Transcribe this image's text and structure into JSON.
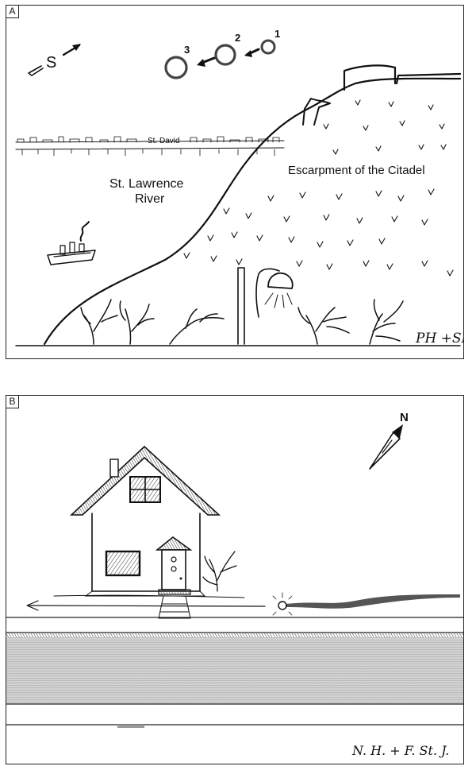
{
  "panel_a": {
    "tag": "A",
    "compass": "S",
    "sequence": [
      "1",
      "2",
      "3"
    ],
    "town": "St. David",
    "river_line1": "St. Lawrence",
    "river_line2": "River",
    "escarpment": "Escarpment of the Citadel",
    "signature": "PH +SD"
  },
  "panel_b": {
    "tag": "B",
    "compass": "N",
    "signature": "N. H. + F. St. J."
  }
}
